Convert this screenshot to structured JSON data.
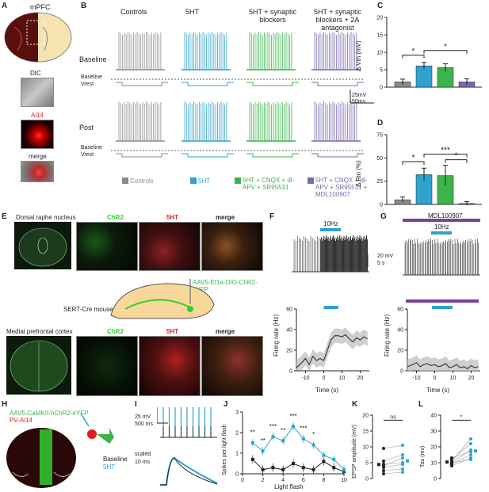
{
  "panels": {
    "A": {
      "label": "A",
      "title": "mPFC",
      "dic": "DIC",
      "ai14": "Ai14",
      "merge": "merge"
    },
    "B": {
      "label": "B",
      "conditions": [
        "Controls",
        "5HT",
        "5HT + synaptic blockers",
        "5HT + synaptic blockers + 2A antagonist"
      ],
      "row_baseline": "Baseline",
      "row_post": "Post",
      "baseline_lbl": "Baseline",
      "vrest_lbl": "Vrest",
      "scale_mv": "25mV",
      "scale_ms": "50ms",
      "legend": [
        "Controls",
        "5HT",
        "5HT + CNQX + dl-APV + SR95531",
        "5HT + CNQX + dl-APV + SR95531 + MDL100907"
      ]
    },
    "C": {
      "label": "C",
      "ylabel": "Δ Vm (mV)",
      "sig": [
        "*",
        "*"
      ]
    },
    "D": {
      "label": "D",
      "ylabel": "Δ Rin (%)",
      "sig": [
        "*",
        "***",
        "*"
      ]
    },
    "E": {
      "label": "E",
      "top_title": "Dorsal raphe nucleus",
      "chr2": "ChR2",
      "ht5": "5HT",
      "merge": "merge",
      "virus": "AAV5-Ef1a-DIO-ChR2-eYFP",
      "mouse": "SERT-Cre mouse",
      "bottom_title": "Medial prefrontal cortex"
    },
    "F": {
      "label": "F",
      "stim": "10Hz",
      "ylabel": "Firing rate (Hz)",
      "xlabel": "Time (s)",
      "scale_mv": "20 mV",
      "scale_s": "5 s"
    },
    "G": {
      "label": "G",
      "drug": "MDL100907",
      "stim": "10Hz",
      "ylabel": "Firing rate (Hz)",
      "xlabel": "Time (s)"
    },
    "H": {
      "label": "H",
      "virus": "AAV5-CaMKII-hChR2-eYFP",
      "reporter": "PV-Ai14",
      "baseline": "Baseline",
      "ht5": "5HT"
    },
    "I": {
      "label": "I",
      "scale_mv": "25 mV",
      "scale_ms": "500 ms",
      "scaled": "scaled",
      "scale_ms2": "10 ms"
    },
    "J": {
      "label": "J",
      "ylabel": "Spikes per light flash",
      "xlabel": "Light flash",
      "sig": [
        "**",
        "**",
        "***",
        "**",
        "***",
        "***",
        "*"
      ]
    },
    "K": {
      "label": "K",
      "ylabel": "EPSP amplitude (mV)",
      "sig": "ns"
    },
    "L": {
      "label": "L",
      "ylabel": "Tau (ms)",
      "sig": "*"
    }
  },
  "colors": {
    "control": "#8a8a8a",
    "ht": "#2ea3cf",
    "blockers": "#3cb44b",
    "antag": "#7b68b0",
    "chr2": "#33cc33",
    "red": "#e02020",
    "purple": "#7b3fa0"
  },
  "chart_data": [
    {
      "type": "bar",
      "title": "",
      "ylabel": "Δ Vm (mV)",
      "categories": [
        "Controls",
        "5HT",
        "5HT + CNQX + dl-APV + SR95531",
        "5HT + CNQX + dl-APV + SR95531 + MDL100907"
      ],
      "values": [
        1.5,
        6.1,
        5.6,
        1.5
      ],
      "errors": [
        0.8,
        1.0,
        1.1,
        0.9
      ],
      "ylim": [
        0,
        20
      ],
      "yticks": [
        0,
        5,
        10,
        15,
        20
      ]
    },
    {
      "type": "bar",
      "title": "",
      "ylabel": "Δ Rin (%)",
      "categories": [
        "Controls",
        "5HT",
        "5HT + CNQX + dl-APV + SR95531",
        "5HT + CNQX + dl-APV + SR95531 + MDL100907"
      ],
      "values": [
        5,
        32,
        31,
        1
      ],
      "errors": [
        3,
        7,
        11,
        2
      ],
      "ylim": [
        0,
        75
      ],
      "yticks": [
        0,
        25,
        50,
        75
      ]
    },
    {
      "type": "line",
      "title": "",
      "xlabel": "Time (s)",
      "ylabel": "Firing rate (Hz)",
      "x": [
        -15,
        -12,
        -10,
        -8,
        -6,
        -4,
        -2,
        0,
        2,
        4,
        6,
        8,
        10,
        12,
        14,
        16,
        18,
        20,
        22,
        24
      ],
      "y": [
        3,
        8,
        12,
        6,
        14,
        10,
        12,
        10,
        20,
        30,
        34,
        34,
        33,
        35,
        31,
        28,
        32,
        30,
        33,
        31
      ],
      "xlim": [
        -15,
        25
      ],
      "ylim": [
        0,
        60
      ],
      "xticks": [
        -10,
        0,
        10,
        20
      ],
      "yticks": [
        0,
        20,
        40,
        60
      ]
    },
    {
      "type": "line",
      "title": "",
      "xlabel": "Time (s)",
      "ylabel": "Firing rate (Hz)",
      "x": [
        -15,
        -12,
        -10,
        -8,
        -6,
        -4,
        -2,
        0,
        2,
        4,
        6,
        8,
        10,
        12,
        14,
        16,
        18,
        20,
        22,
        24
      ],
      "y": [
        4,
        6,
        8,
        4,
        6,
        7,
        5,
        6,
        4,
        5,
        7,
        3,
        4,
        6,
        3,
        4,
        2,
        5,
        3,
        4
      ],
      "xlim": [
        -15,
        25
      ],
      "ylim": [
        0,
        60
      ],
      "xticks": [
        -10,
        0,
        10,
        20
      ],
      "yticks": [
        0,
        20,
        40,
        60
      ]
    },
    {
      "type": "line",
      "title": "",
      "xlabel": "Light flash",
      "ylabel": "Spikes per light flash",
      "x": [
        1,
        2,
        3,
        4,
        5,
        6,
        7,
        8,
        9,
        10
      ],
      "series": [
        {
          "name": "Baseline",
          "values": [
            0.7,
            0.2,
            0.3,
            0.2,
            0.5,
            0.3,
            0.2,
            0.6,
            0.3,
            0.1
          ]
        },
        {
          "name": "5HT",
          "values": [
            1.5,
            1.1,
            1.8,
            1.6,
            2.3,
            1.7,
            1.4,
            0.9,
            0.7,
            0.2
          ]
        }
      ],
      "xlim": [
        0,
        10
      ],
      "ylim": [
        0,
        3
      ],
      "xticks": [
        0,
        2,
        4,
        6,
        8,
        10
      ],
      "yticks": [
        0,
        1,
        2,
        3
      ]
    },
    {
      "type": "scatter",
      "title": "",
      "ylabel": "EPSP amplitude (mV)",
      "ylim": [
        0,
        20
      ],
      "yticks": [
        0,
        5,
        10,
        15,
        20
      ],
      "series": [
        {
          "name": "Baseline",
          "values": [
            4.5,
            5.5,
            3.5,
            2.5,
            9.5,
            4.0,
            1.5
          ]
        },
        {
          "name": "5HT",
          "values": [
            5.0,
            7.5,
            4.5,
            3.0,
            10.5,
            6.5,
            2.0
          ]
        }
      ]
    },
    {
      "type": "scatter",
      "title": "",
      "ylabel": "Tau (ms)",
      "ylim": [
        0,
        40
      ],
      "yticks": [
        0,
        10,
        20,
        30,
        40
      ],
      "series": [
        {
          "name": "Baseline",
          "values": [
            10,
            8,
            12,
            9,
            11,
            10,
            13
          ]
        },
        {
          "name": "5HT",
          "values": [
            18,
            13,
            22,
            15,
            25,
            12,
            17
          ]
        }
      ]
    }
  ]
}
